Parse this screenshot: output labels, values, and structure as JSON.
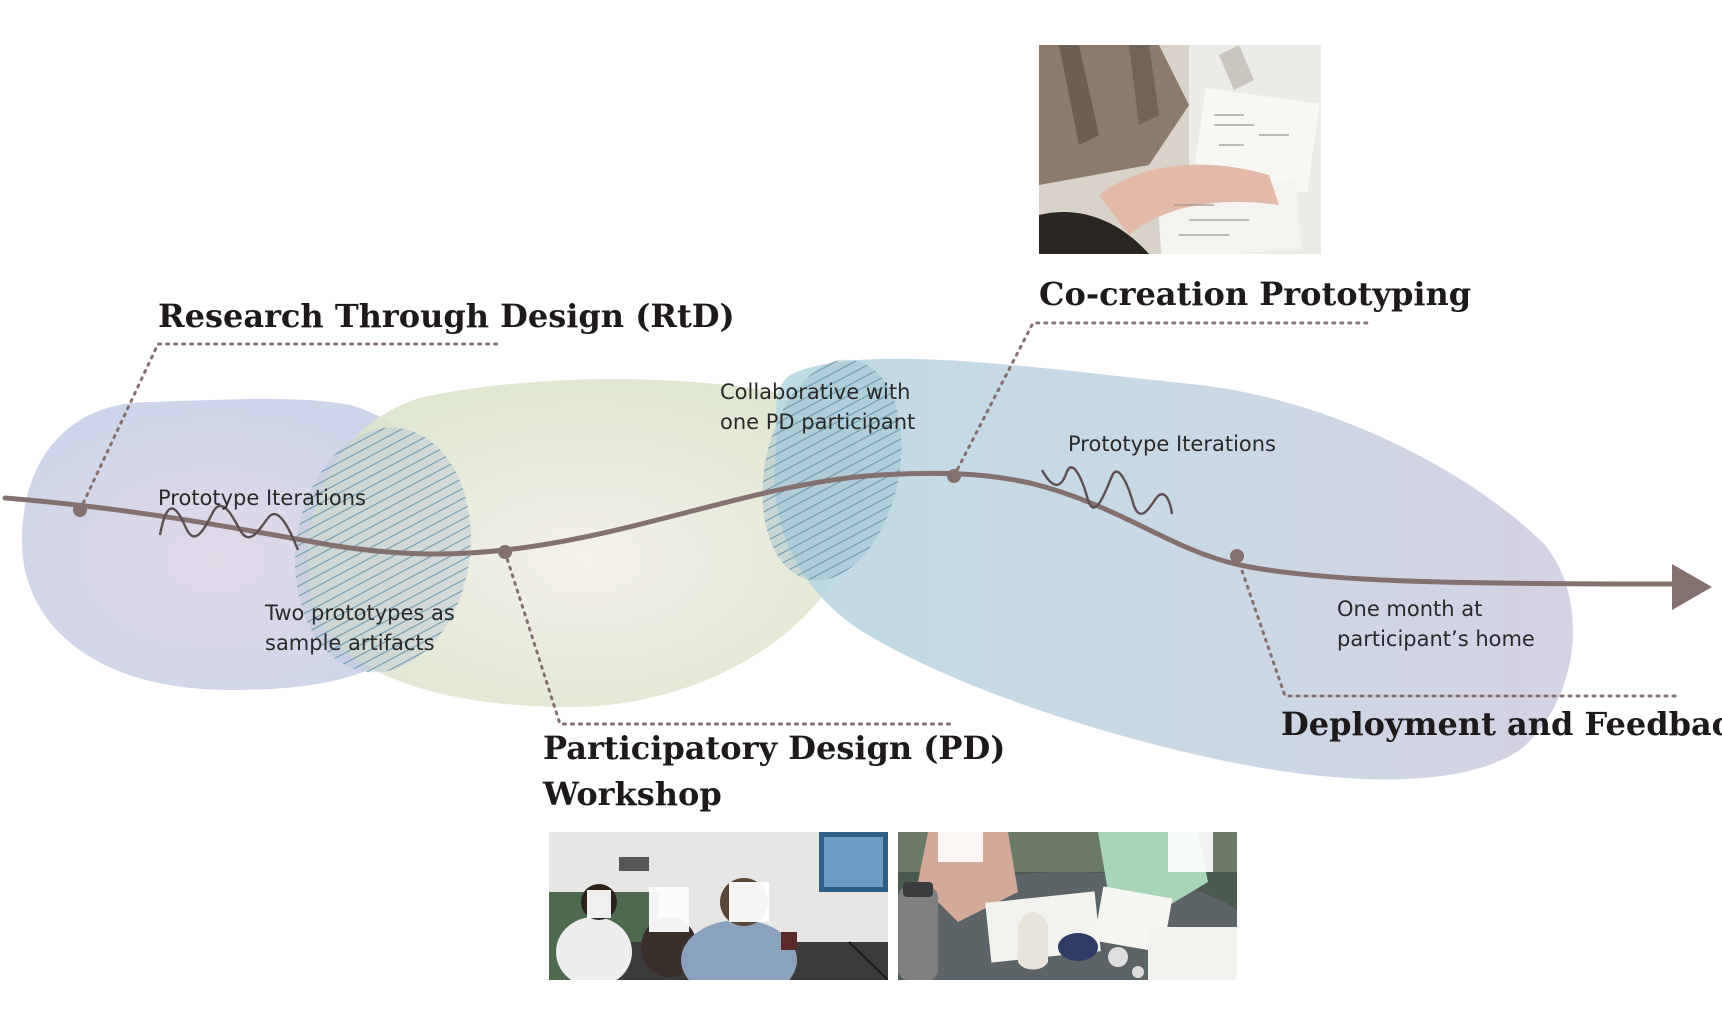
{
  "phases": {
    "rtd": {
      "title": "Research Through Design (RtD)"
    },
    "pd": {
      "title_line1": "Participatory Design (PD)",
      "title_line2": "Workshop"
    },
    "cocreation": {
      "title": "Co-creation Prototyping"
    },
    "deployment": {
      "title": "Deployment and Feedback"
    }
  },
  "notes": {
    "rtd_iterations": "Prototype Iterations",
    "samples_line1": "Two prototypes as",
    "samples_line2": "sample artifacts",
    "collab_line1": "Collaborative with",
    "collab_line2": "one PD participant",
    "cocreation_iterations": "Prototype Iterations",
    "deploy_line1": "One month at",
    "deploy_line2": "participant’s home"
  },
  "colors": {
    "timeline": "#857070",
    "rtd_blob": "#c7d2ea",
    "pd_blob": "#dfe6cf",
    "cocreation_blob": "#b9d5e2",
    "deployment_blob": "#c9cee2",
    "hatch": "#5f8fa6",
    "heading_text": "#1e1a1b"
  },
  "photos": [
    {
      "name": "cocreation-photo",
      "description_icon": "hands-sketching-photo"
    },
    {
      "name": "workshop-photo-room",
      "description_icon": "meeting-room-photo"
    },
    {
      "name": "workshop-photo-table",
      "description_icon": "table-writing-photo"
    }
  ]
}
